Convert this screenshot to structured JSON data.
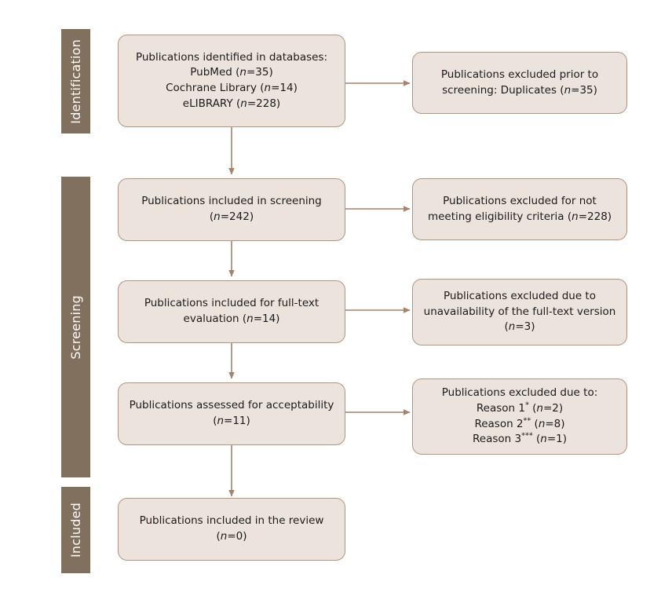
{
  "diagram": {
    "title": "PRISMA flow diagram",
    "background_color": "#ffffff",
    "band_color": "#82705f",
    "box_fill_color": "#ece3dc",
    "box_border_color": "#b3957f",
    "connector_color": "#a5826c",
    "text_color": "#1b1b1b"
  },
  "bands": [
    {
      "id": "identification",
      "label": "Identification"
    },
    {
      "id": "screening",
      "label": "Screening"
    },
    {
      "id": "included",
      "label": "Included"
    }
  ],
  "nodes": {
    "identified": {
      "id": "identified",
      "lines": [
        "Publications identified in databases:",
        "PubMed (n=35)",
        "Cochrane Library (n=14)",
        "eLIBRARY (n=228)"
      ],
      "counts": {
        "PubMed": 35,
        "Cochrane Library": 14,
        "eLIBRARY": 228
      }
    },
    "excluded_duplicates": {
      "id": "excluded-duplicates",
      "lines": [
        "Publications excluded prior to",
        "screening: Duplicates (n=35)"
      ],
      "counts": {
        "Duplicates": 35
      }
    },
    "included_screening": {
      "id": "included-screening",
      "lines": [
        "Publications included in screening",
        "(n=242)"
      ],
      "counts": {
        "n": 242
      }
    },
    "excluded_eligibility": {
      "id": "excluded-eligibility",
      "lines": [
        "Publications excluded for not",
        "meeting eligibility criteria (n=228)"
      ],
      "counts": {
        "n": 228
      }
    },
    "fulltext_evaluation": {
      "id": "fulltext-evaluation",
      "lines": [
        "Publications included for full-text",
        "evaluation (n=14)"
      ],
      "counts": {
        "n": 14
      }
    },
    "excluded_unavailable": {
      "id": "excluded-unavailable",
      "lines": [
        "Publications excluded due to",
        "unavailability of the full-text version",
        "(n=3)"
      ],
      "counts": {
        "n": 3
      }
    },
    "assessed_acceptability": {
      "id": "assessed-acceptability",
      "lines": [
        "Publications assessed for acceptability",
        "(n=11)"
      ],
      "counts": {
        "n": 11
      }
    },
    "excluded_reasons": {
      "id": "excluded-reasons",
      "lines": [
        "Publications excluded due to:",
        "Reason 1* (n=2)",
        "Reason 2** (n=8)",
        "Reason 3*** (n=1)"
      ],
      "counts": {
        "Reason 1*": 2,
        "Reason 2**": 8,
        "Reason 3***": 1
      }
    },
    "included_review": {
      "id": "included-review",
      "lines": [
        "Publications included in the review",
        "(n=0)"
      ],
      "counts": {
        "n": 0
      }
    }
  }
}
